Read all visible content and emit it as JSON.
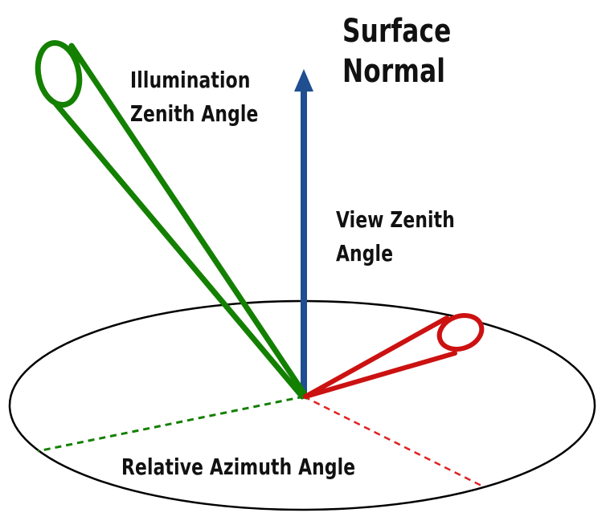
{
  "labels": {
    "surface_normal_line1": "Surface",
    "surface_normal_line2": "Normal",
    "illumination_line1": "Illumination",
    "illumination_line2": "Zenith Angle",
    "view_line1": "View Zenith",
    "view_line2": "Angle",
    "azimuth": "Relative Azimuth Angle"
  },
  "colors": {
    "illumination": "#138000",
    "view": "#cc1111",
    "normal": "#1f4e91",
    "plane_outline": "#000000",
    "text": "#111111"
  }
}
